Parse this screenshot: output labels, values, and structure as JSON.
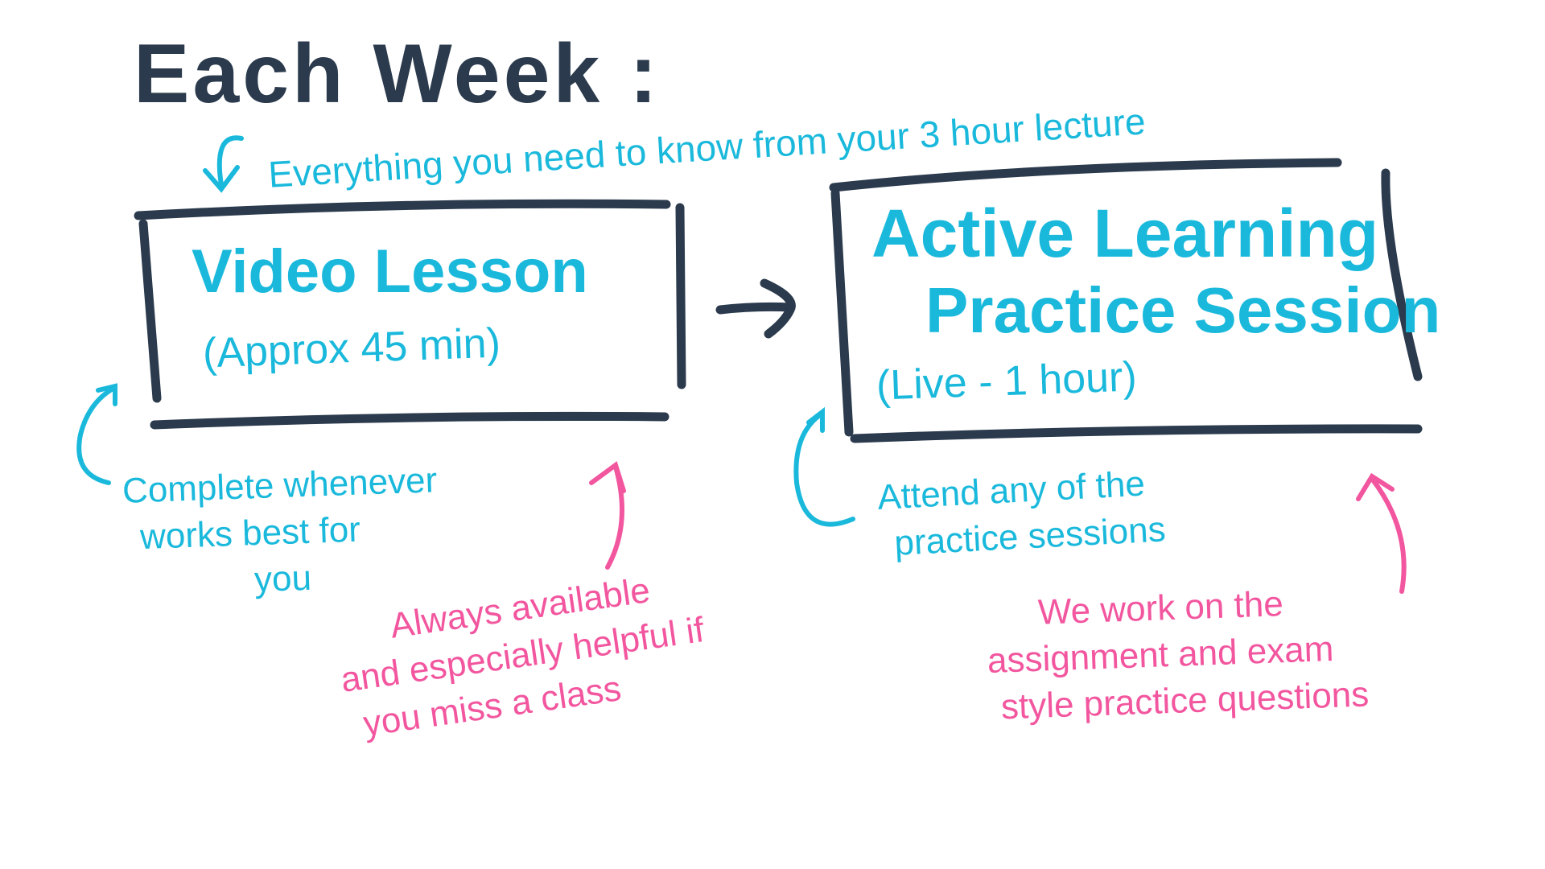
{
  "title": "Each Week :",
  "lecture_note": "Everything you need to know from your 3 hour lecture",
  "video_box": {
    "title": "Video Lesson",
    "subtitle": "(Approx 45 min)"
  },
  "practice_box": {
    "title_line1": "Active Learning",
    "title_line2": "Practice Session",
    "subtitle": "(Live - 1 hour)"
  },
  "video_notes": {
    "cyan": [
      "Complete whenever",
      "works best for",
      "you"
    ],
    "pink": [
      "Always available",
      "and especially helpful if",
      "you miss a class"
    ]
  },
  "practice_notes": {
    "cyan": [
      "Attend any of the",
      "practice sessions"
    ],
    "pink": [
      "We work on the",
      "assignment and exam",
      "style practice questions"
    ]
  },
  "colors": {
    "dark": "#2b3a4c",
    "cyan": "#1ab9dc",
    "pink": "#f2569f"
  }
}
